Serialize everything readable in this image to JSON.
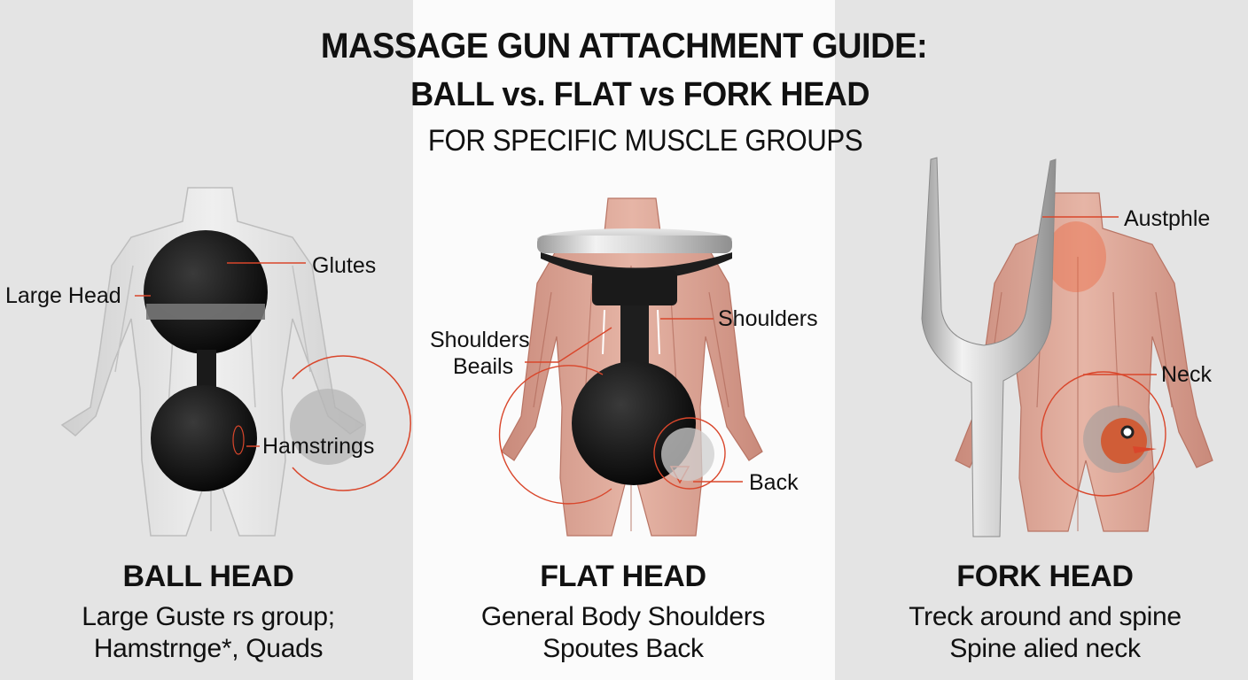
{
  "header": {
    "title_line1": "MASSAGE GUN ATTACHMENT GUIDE:",
    "title_line2": "BALL vs. FLAT vs FORK HEAD",
    "subtitle": "FOR SPECIFIC MUSCLE GROUPS"
  },
  "colors": {
    "side_panel_bg": "#e4e4e4",
    "middle_panel_bg": "#fbfbfb",
    "accent_red": "#d9462b",
    "muscle_tone": "#d9a394",
    "head_black": "#1b1b1b",
    "metal_silver": "#c9c9c9"
  },
  "panels": [
    {
      "id": "ball",
      "callouts": {
        "large_head": "Large Head",
        "glutes": "Glutes",
        "hamstrings": "Hamstrings"
      },
      "title": "BALL HEAD",
      "description": [
        "Large Guste rs group;",
        "Hamstrnge*, Quads"
      ]
    },
    {
      "id": "flat",
      "callouts": {
        "shoulders_left": "Shoulders",
        "beails": "Beails",
        "shoulders_right": "Shoulders",
        "back": "Back"
      },
      "title": "FLAT HEAD",
      "description": [
        "General Body Shoulders",
        "Spoutes Back"
      ]
    },
    {
      "id": "fork",
      "callouts": {
        "austphle": "Austphle",
        "neck": "Neck"
      },
      "title": "FORK HEAD",
      "description": [
        "Treck around and spine",
        "Spine alied neck"
      ]
    }
  ]
}
